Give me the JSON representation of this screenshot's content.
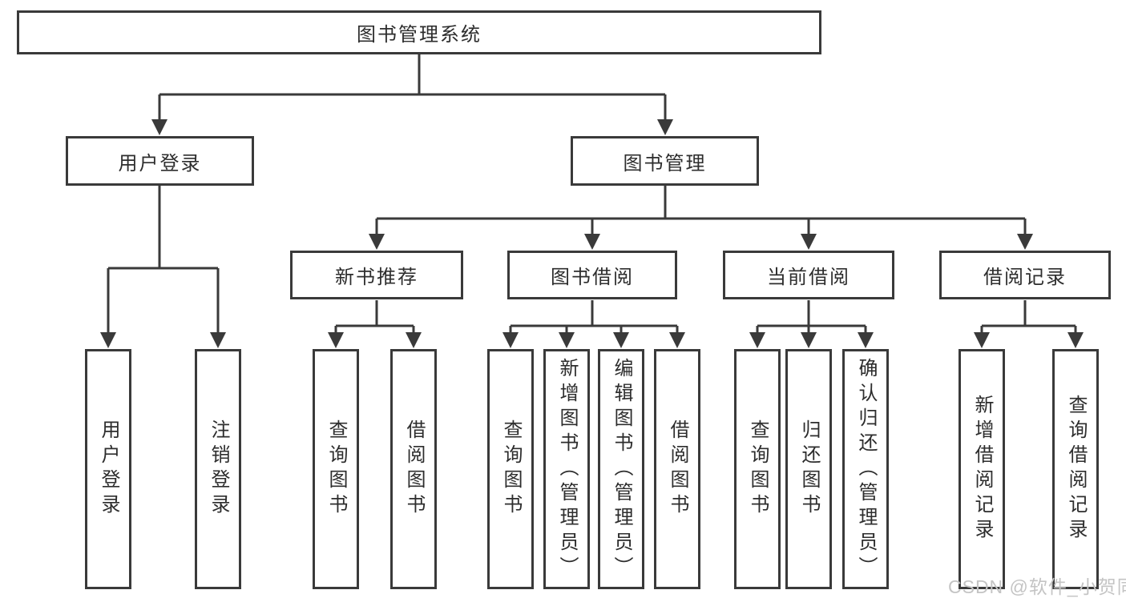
{
  "colors": {
    "line": "#3a3a3a",
    "box_border": "#3a3a3a",
    "text": "#2d2d2d",
    "background": "#ffffff",
    "watermark": "#c4c4c4"
  },
  "diagram": {
    "root": {
      "label": "图书管理系统"
    },
    "level2": [
      {
        "label": "用户登录"
      },
      {
        "label": "图书管理"
      }
    ],
    "level3": [
      {
        "label": "新书推荐",
        "parent": "图书管理"
      },
      {
        "label": "图书借阅",
        "parent": "图书管理"
      },
      {
        "label": "当前借阅",
        "parent": "图书管理"
      },
      {
        "label": "借阅记录",
        "parent": "图书管理"
      }
    ],
    "leaves": [
      {
        "label": "用户登录",
        "parent": "用户登录"
      },
      {
        "label": "注销登录",
        "parent": "用户登录"
      },
      {
        "label": "查询图书",
        "parent": "新书推荐"
      },
      {
        "label": "借阅图书",
        "parent": "新书推荐"
      },
      {
        "label": "查询图书",
        "parent": "图书借阅"
      },
      {
        "label": "新增图书（管理员）",
        "parent": "图书借阅"
      },
      {
        "label": "编辑图书（管理员）",
        "parent": "图书借阅"
      },
      {
        "label": "借阅图书",
        "parent": "图书借阅"
      },
      {
        "label": "查询图书",
        "parent": "当前借阅"
      },
      {
        "label": "归还图书",
        "parent": "当前借阅"
      },
      {
        "label": "确认归还（管理员）",
        "parent": "当前借阅"
      },
      {
        "label": "新增借阅记录",
        "parent": "借阅记录"
      },
      {
        "label": "查询借阅记录",
        "parent": "借阅记录"
      }
    ]
  },
  "watermark": {
    "text": "CSDN @软件_小贺同学"
  }
}
